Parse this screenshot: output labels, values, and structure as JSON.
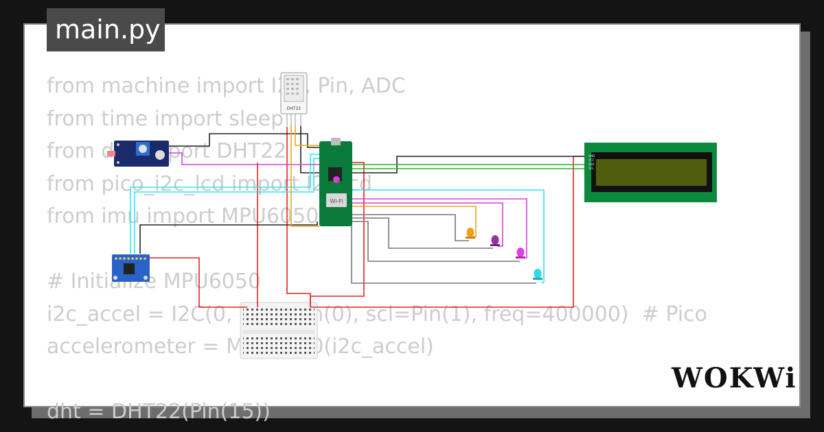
{
  "tab": {
    "label": "main.py"
  },
  "code_lines": [
    "from machine import I2C, Pin, ADC",
    "from time import sleep",
    "from dht import DHT22",
    "from pico_i2c_lcd import I2cLcd",
    "from imu import MPU6050",
    "",
    "# Initialize MPU6050",
    "i2c_accel = I2C(0, sda=Pin(0), scl=Pin(1), freq=400000)  # Pico",
    "accelerometer = MPU6050(i2c_accel)",
    "",
    "dht = DHT22(Pin(15))"
  ],
  "parts": {
    "dht_label": "DHT22",
    "pico_label": "Wi-Fi",
    "lcd_pins": [
      "GND",
      "VCC",
      "SDA",
      "SCL"
    ]
  },
  "brand": {
    "logo": "WOKWi"
  },
  "colors": {
    "background": "#141414",
    "card": "#ffffff",
    "code_text": "#cdcdcd",
    "tab": "#4a4a4a",
    "pico_board": "#0a7a3a",
    "lcd_frame": "#0b8a3e",
    "lcd_screen": "#4f5d0c",
    "wire_red": "#e52121",
    "wire_black": "#222222",
    "wire_cyan": "#2ee6f0",
    "wire_magenta": "#d83fd8",
    "wire_orange": "#f2a31b",
    "wire_gray": "#777777",
    "wire_green": "#1fb81f"
  }
}
